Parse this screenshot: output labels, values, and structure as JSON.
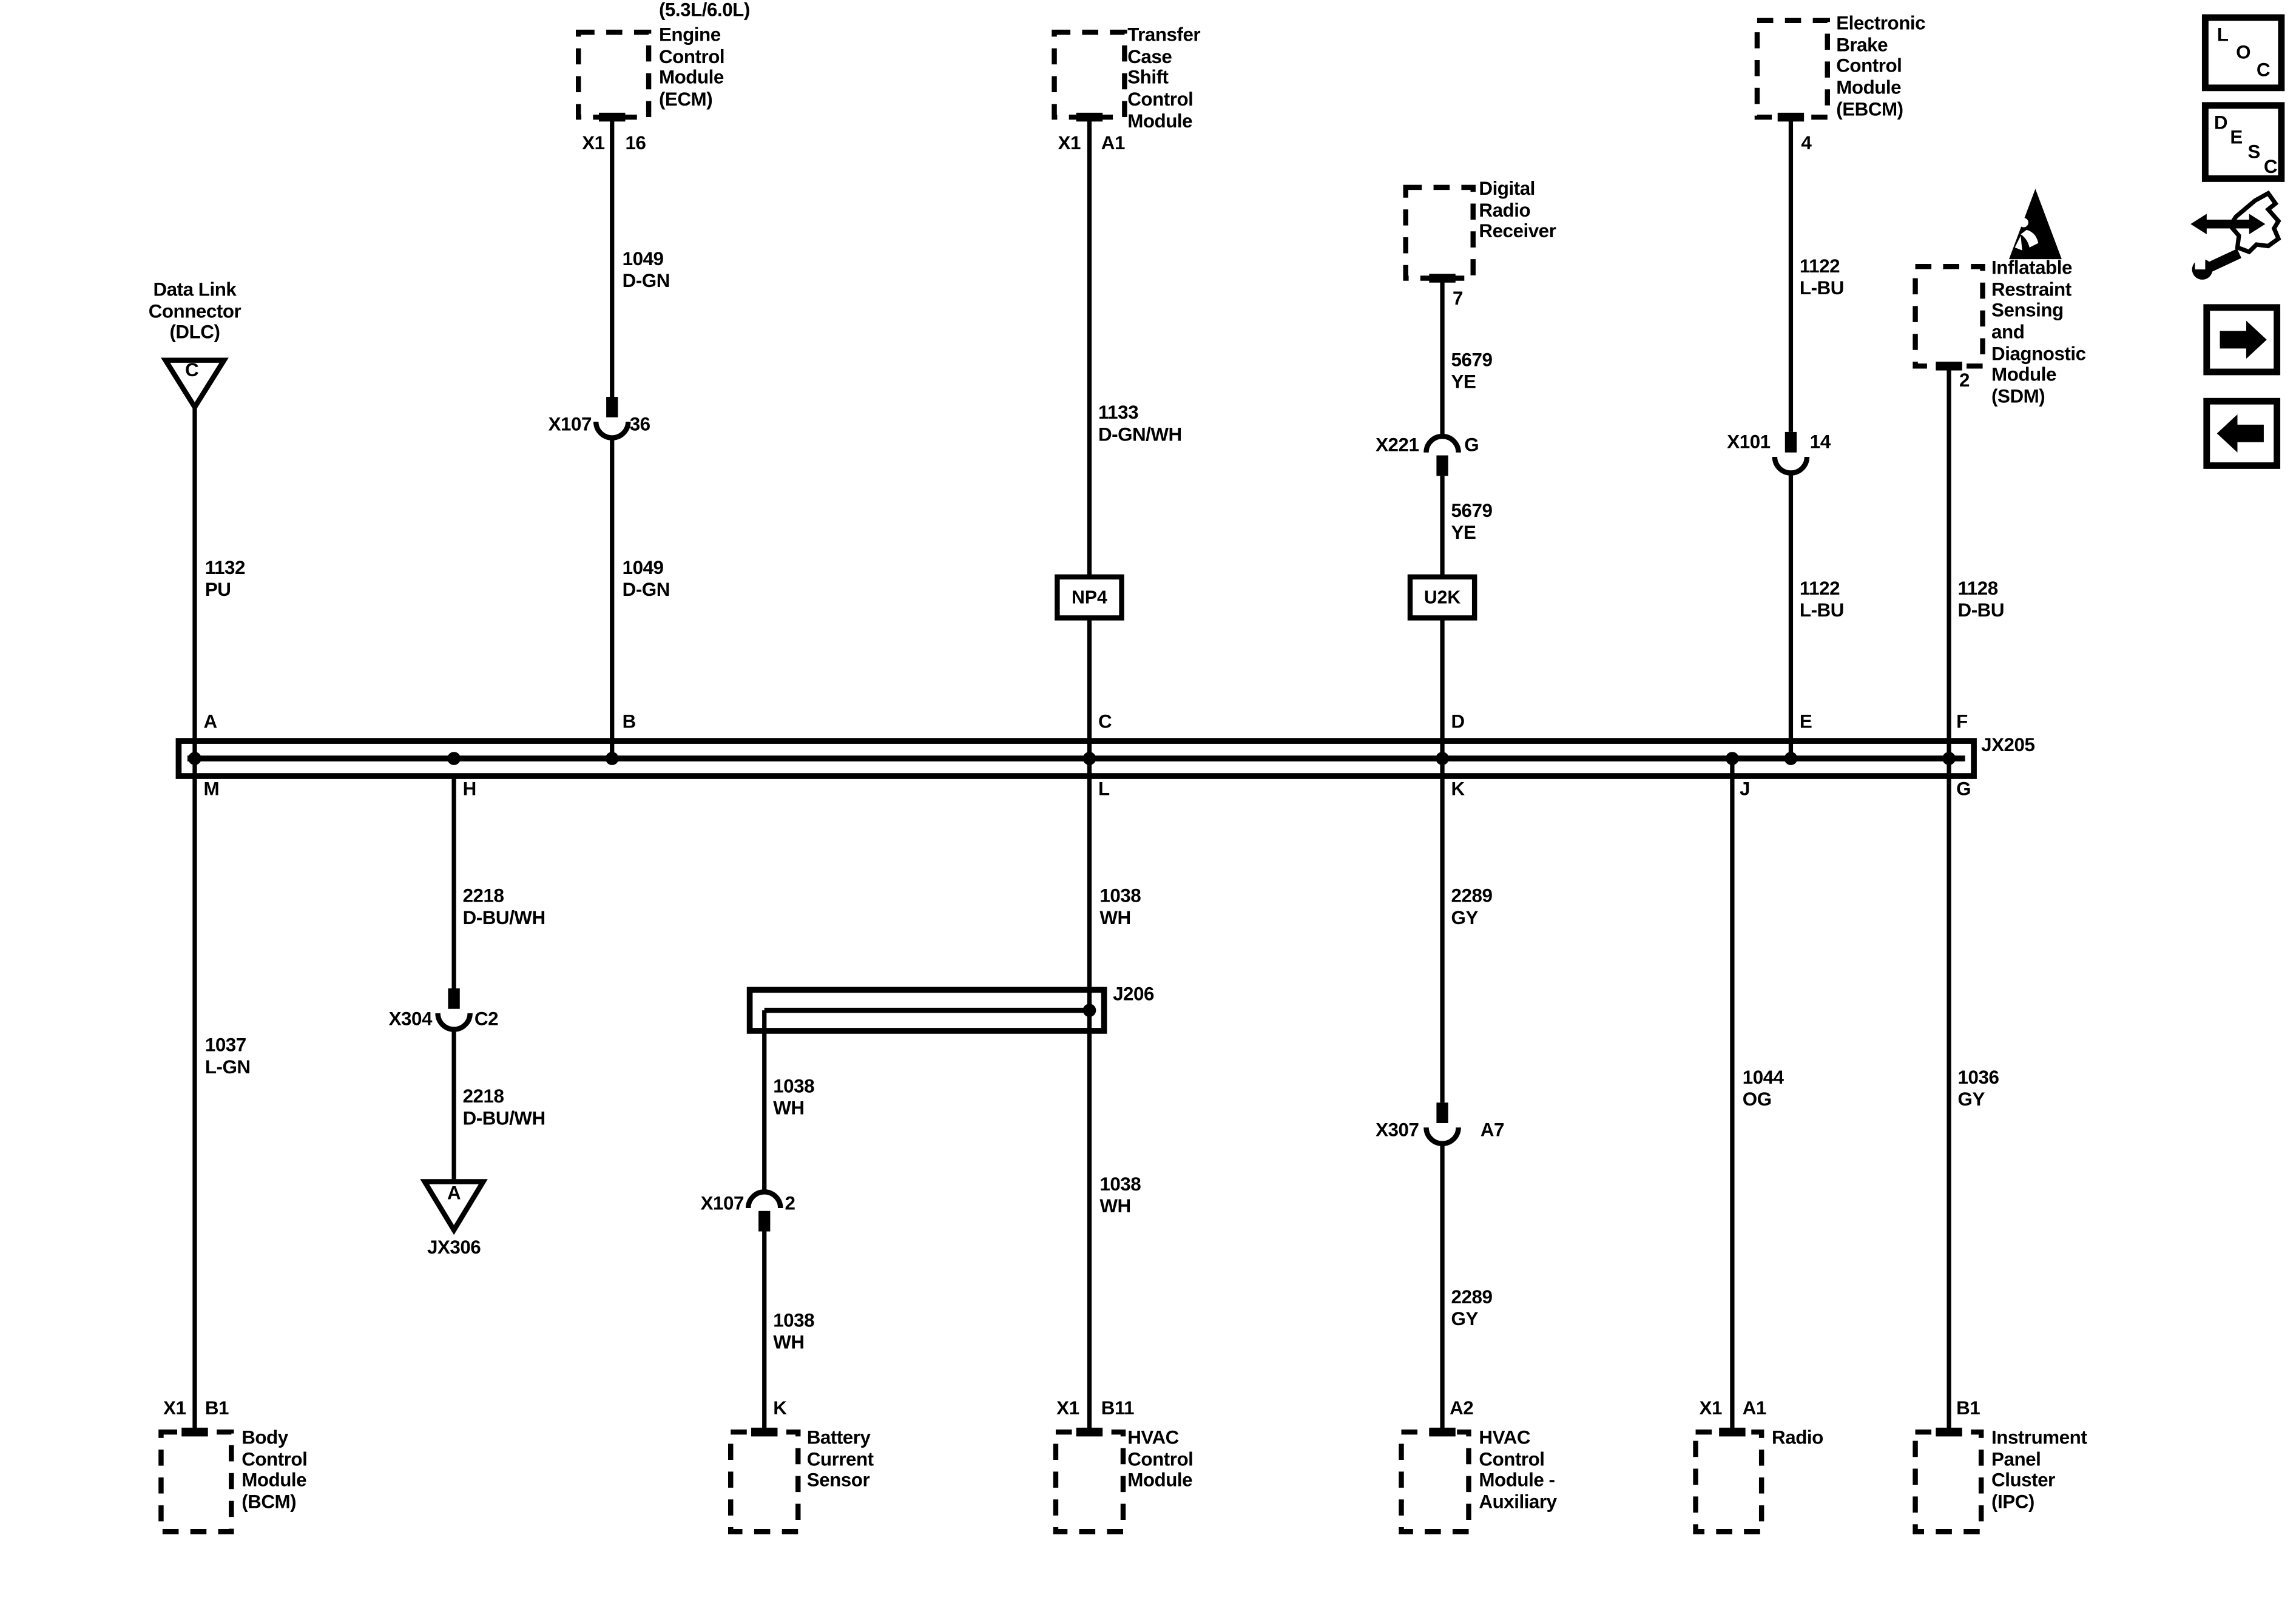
{
  "colors": {
    "ink": "#000000",
    "paper": "#ffffff"
  },
  "modules": {
    "ecm": {
      "variant": "(5.3L/6.0L)",
      "name": "Engine\nControl\nModule\n(ECM)",
      "connector": "X1",
      "pin": "16"
    },
    "tccm": {
      "name": "Transfer\nCase\nShift\nControl\nModule",
      "connector": "X1",
      "pin": "A1"
    },
    "drr": {
      "name": "Digital\nRadio\nReceiver",
      "pin": "7"
    },
    "ebcm": {
      "name": "Electronic\nBrake\nControl\nModule\n(EBCM)",
      "pin": "4"
    },
    "sdm": {
      "name": "Inflatable\nRestraint\nSensing\nand\nDiagnostic\nModule\n(SDM)",
      "pin": "2"
    },
    "dlc": {
      "name": "Data Link\nConnector\n(DLC)",
      "cavity": "C"
    },
    "bcm": {
      "name": "Body\nControl\nModule\n(BCM)",
      "connector": "X1",
      "pin": "B1"
    },
    "battery_current_sensor": {
      "name": "Battery\nCurrent\nSensor",
      "pin": "K"
    },
    "hvac": {
      "name": "HVAC\nControl\nModule",
      "connector": "X1",
      "pin": "B11"
    },
    "hvac_aux": {
      "name": "HVAC\nControl\nModule -\nAuxiliary",
      "pin": "A2"
    },
    "radio": {
      "name": "Radio",
      "connector": "X1",
      "pin": "A1"
    },
    "ipc": {
      "name": "Instrument\nPanel\nCluster\n(IPC)",
      "pin": "B1"
    }
  },
  "inline_connectors": {
    "x107_ecm": {
      "name": "X107",
      "pin": "36"
    },
    "x221": {
      "name": "X221",
      "pin": "G"
    },
    "x101": {
      "name": "X101",
      "pin": "14"
    },
    "x304": {
      "name": "X304",
      "pin": "C2"
    },
    "x107_bcs": {
      "name": "X107",
      "pin": "2"
    },
    "x307": {
      "name": "X307",
      "pin": "A7"
    }
  },
  "junctions": {
    "bus_name": "JX205",
    "splice_pack": "J206",
    "ground_name": "JX306",
    "ground_pin": "A",
    "np4": "NP4",
    "u2k": "U2K"
  },
  "bus_pins": {
    "top": [
      "A",
      "B",
      "C",
      "D",
      "E",
      "F"
    ],
    "bottom": [
      "M",
      "H",
      "L",
      "K",
      "J",
      "G"
    ]
  },
  "wire_labels": {
    "dlc_bus": "1132\nPU",
    "ecm_upper": "1049\nD-GN",
    "ecm_lower": "1049\nD-GN",
    "tccm": "1133\nD-GN/WH",
    "drr_upper": "5679\nYE",
    "drr_lower": "5679\nYE",
    "ebcm_upper": "1122\nL-BU",
    "ebcm_lower": "1122\nL-BU",
    "sdm": "1128\nD-BU",
    "bcm": "1037\nL-GN",
    "ground_upper": "2218\nD-BU/WH",
    "ground_lower": "2218\nD-BU/WH",
    "hvac_upper": "1038\nWH",
    "hvac_lower": "1038\nWH",
    "bcs_upper": "1038\nWH",
    "bcs_lower": "1038\nWH",
    "hvacaux_upper": "2289\nGY",
    "hvacaux_lower": "2289\nGY",
    "radio": "1044\nOG",
    "ipc": "1036\nGY"
  },
  "sidebar": {
    "loc_letters": [
      "L",
      "O",
      "C"
    ],
    "desc_letters": [
      "D",
      "E",
      "S",
      "C"
    ]
  }
}
